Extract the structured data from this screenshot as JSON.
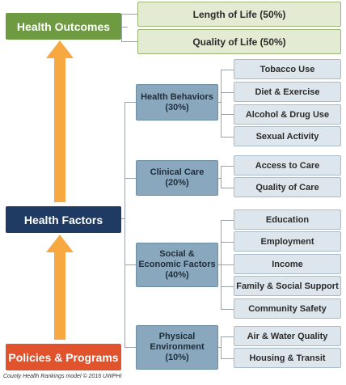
{
  "health_outcomes": {
    "label": "Health Outcomes",
    "color": "#6e9a42",
    "items": [
      {
        "label": "Length of Life (50%)"
      },
      {
        "label": "Quality of Life (50%)"
      }
    ]
  },
  "health_factors": {
    "label": "Health Factors",
    "color": "#1f3b64",
    "groups": [
      {
        "name_lines": [
          "Health Behaviors",
          "(30%)"
        ],
        "items": [
          {
            "label": "Tobacco Use"
          },
          {
            "label": "Diet & Exercise"
          },
          {
            "label": "Alcohol & Drug Use"
          },
          {
            "label": "Sexual Activity"
          }
        ]
      },
      {
        "name_lines": [
          "Clinical Care",
          "(20%)"
        ],
        "items": [
          {
            "label": "Access to Care"
          },
          {
            "label": "Quality of Care"
          }
        ]
      },
      {
        "name_lines": [
          "Social &",
          "Economic Factors",
          "(40%)"
        ],
        "items": [
          {
            "label": "Education"
          },
          {
            "label": "Employment"
          },
          {
            "label": "Income"
          },
          {
            "label": "Family & Social Support"
          },
          {
            "label": "Community Safety"
          }
        ]
      },
      {
        "name_lines": [
          "Physical",
          "Environment",
          "(10%)"
        ],
        "items": [
          {
            "label": "Air & Water Quality"
          },
          {
            "label": "Housing & Transit"
          }
        ]
      }
    ]
  },
  "policies_programs": {
    "label": "Policies & Programs",
    "color": "#e0532c"
  },
  "arrow_color": "#f7a840",
  "footer": "County Health Rankings model © 2016 UWPHI"
}
